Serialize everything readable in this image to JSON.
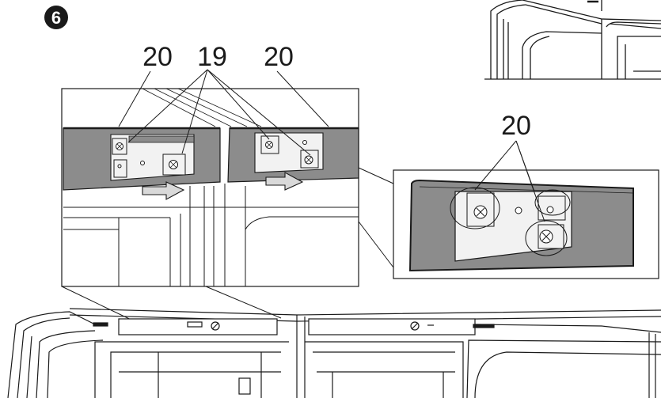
{
  "step": {
    "number": "6"
  },
  "callouts": {
    "left_20": "20",
    "center_19": "19",
    "right_20": "20",
    "detail_20": "20"
  },
  "colors": {
    "line": "#1a1a1a",
    "panel": "#8c8c8c",
    "panel_dark": "#6e6e6e",
    "paper": "#ffffff",
    "bracket": "#f2f2f2",
    "arrow": "#d9d9d9"
  },
  "icons": [
    "step-badge-icon",
    "screw-icon",
    "release-arrow-icon",
    "magnifier-callout-icon"
  ]
}
